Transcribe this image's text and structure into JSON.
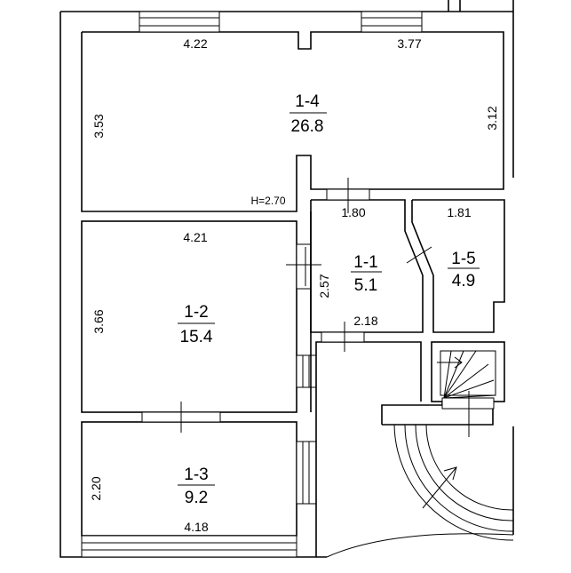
{
  "plan": {
    "ceiling_height": "H=2.70",
    "rooms": [
      {
        "id": "1-4",
        "area": "26.8"
      },
      {
        "id": "1-2",
        "area": "15.4"
      },
      {
        "id": "1-3",
        "area": "9.2"
      },
      {
        "id": "1-1",
        "area": "5.1"
      },
      {
        "id": "1-5",
        "area": "4.9"
      }
    ],
    "dimensions": {
      "r14_top_left": "4.22",
      "r14_top_right": "3.77",
      "r14_left": "3.53",
      "r14_right": "3.12",
      "r12_top": "4.21",
      "r12_left": "3.66",
      "r13_left": "2.20",
      "r13_bottom": "4.18",
      "r11_top": "1.80",
      "r11_left": "2.57",
      "r11_bottom": "2.18",
      "r15_top": "1.81"
    }
  }
}
